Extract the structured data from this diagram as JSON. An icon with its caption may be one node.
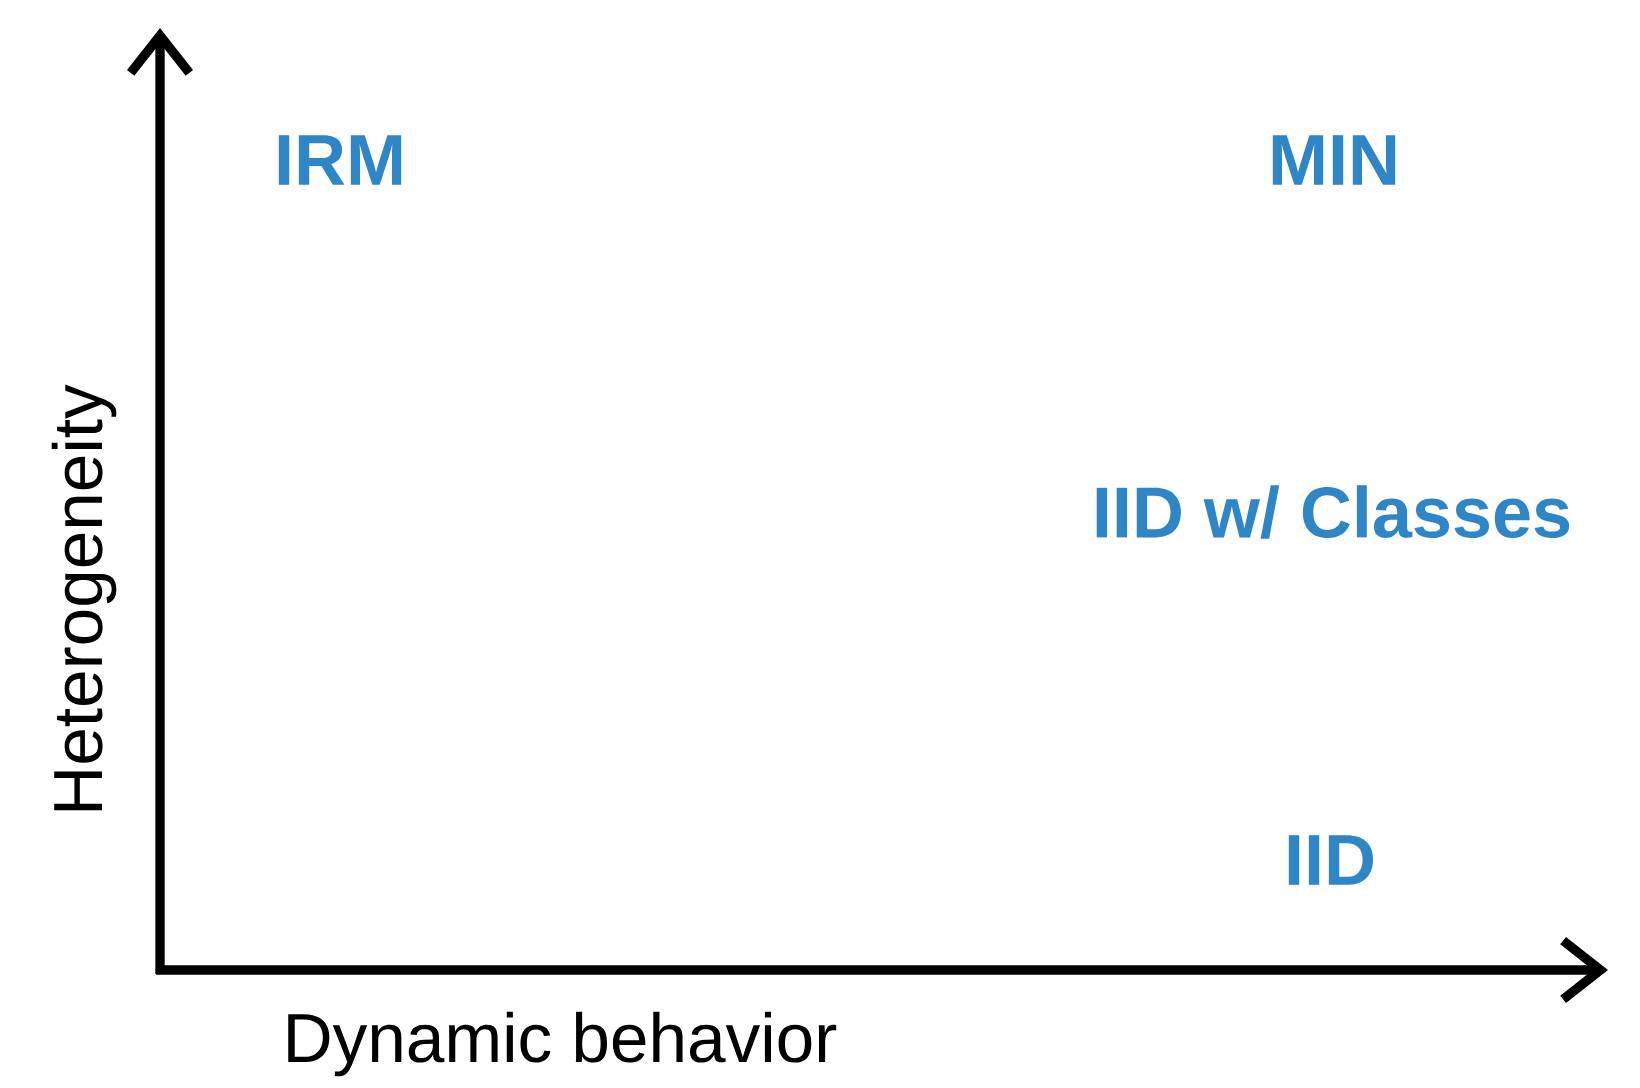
{
  "diagram": {
    "labels": [
      "IRM",
      "MIN",
      "IID w/ Classes",
      "IID",
      "Heterogeneity",
      "Dynamic behavior"
    ]
  }
}
